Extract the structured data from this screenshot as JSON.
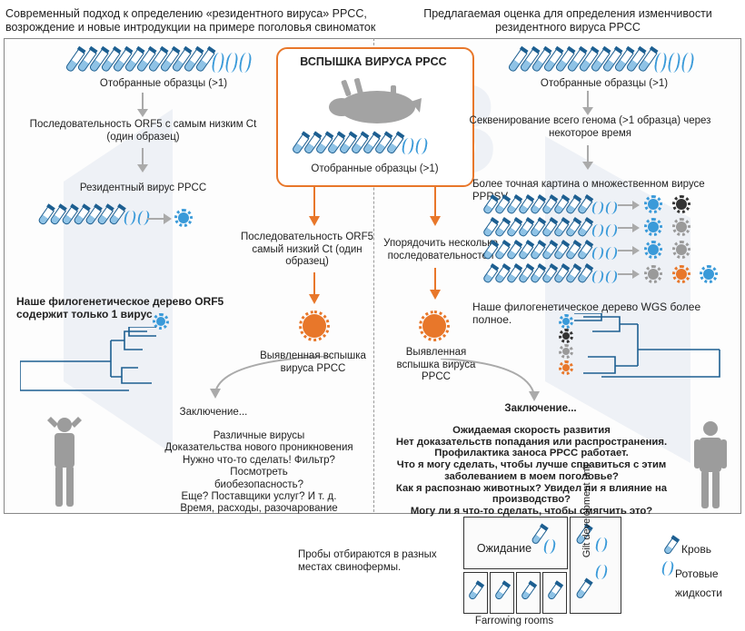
{
  "header": {
    "left": "Современный подход к определению «резидентного вируса» PPCC, возрождение и новые интродукции на примере поголовья свиноматок",
    "right": "Предлагаемая оценка для определения изменчивости резидентного вируса PPCC"
  },
  "center": {
    "outbreak_title": "ВСПЫШКА ВИРУСА PPCC",
    "samples": "Отобранные образцы (>1)",
    "seq_lowest_ct": "Последовательность ORF5 самый низкий Ct (один образец)",
    "sequence_several": "Упорядочить несколько последовательностей",
    "detected_outbreak_left": "Выявленная вспышка вируса PPCC",
    "detected_outbreak_right": "Выявленная вспышка вируса PPCC"
  },
  "left": {
    "samples": "Отобранные образцы (>1)",
    "seq_orf5": "Последовательность ORF5 с самым низким Ct (один образец)",
    "resident_virus": "Резидентный вирус PPCC",
    "tree_title": "Наше филогенетическое дерево ORF5 содержит только 1 вирус",
    "conclusion": "Заключение...",
    "outcomes": [
      "Различные вирусы",
      "Доказательства нового проникновения",
      "Нужно что-то сделать! Фильтр? Посмотреть",
      "биобезопасность?",
      "Еще? Поставщики услуг? И т. д.",
      "Время, расходы, разочарование"
    ]
  },
  "right": {
    "samples": "Отобранные образцы (>1)",
    "wgs": "Секвенирование всего генома (>1 образца) через некоторое время",
    "picture": "Более точная картина о множественном вирусе PPRSV.",
    "tree_title": "Наше филогенетическое дерево WGS более полное.",
    "conclusion": "Заключение...",
    "outcomes": [
      "Ожидаемая скорость развития",
      "Нет доказательств попадания или распространения.",
      "Профилактика заноса PPCC работает.",
      "Что я могу сделать, чтобы лучше справиться с этим",
      "заболеванием в моем поголовье?",
      "Как я распознаю животных? Увидел ли я влияние на",
      "производство?",
      "Могу ли я что-то сделать, чтобы смягчить это?"
    ]
  },
  "bottom": {
    "sampling_note": "Пробы отбираются в разных местах свинофермы.",
    "waiting": "Ожидание",
    "farrowing": "Farrowing rooms",
    "gilt": "Gilt development unit",
    "legend_blood": "Кровь",
    "legend_oral": "Ротовые жидкости"
  },
  "colors": {
    "orange": "#e8772a",
    "tube": "#1d5f91",
    "blue_virus": "#3a9ad9",
    "black_virus": "#333333",
    "gray_virus": "#9a9a9a"
  }
}
